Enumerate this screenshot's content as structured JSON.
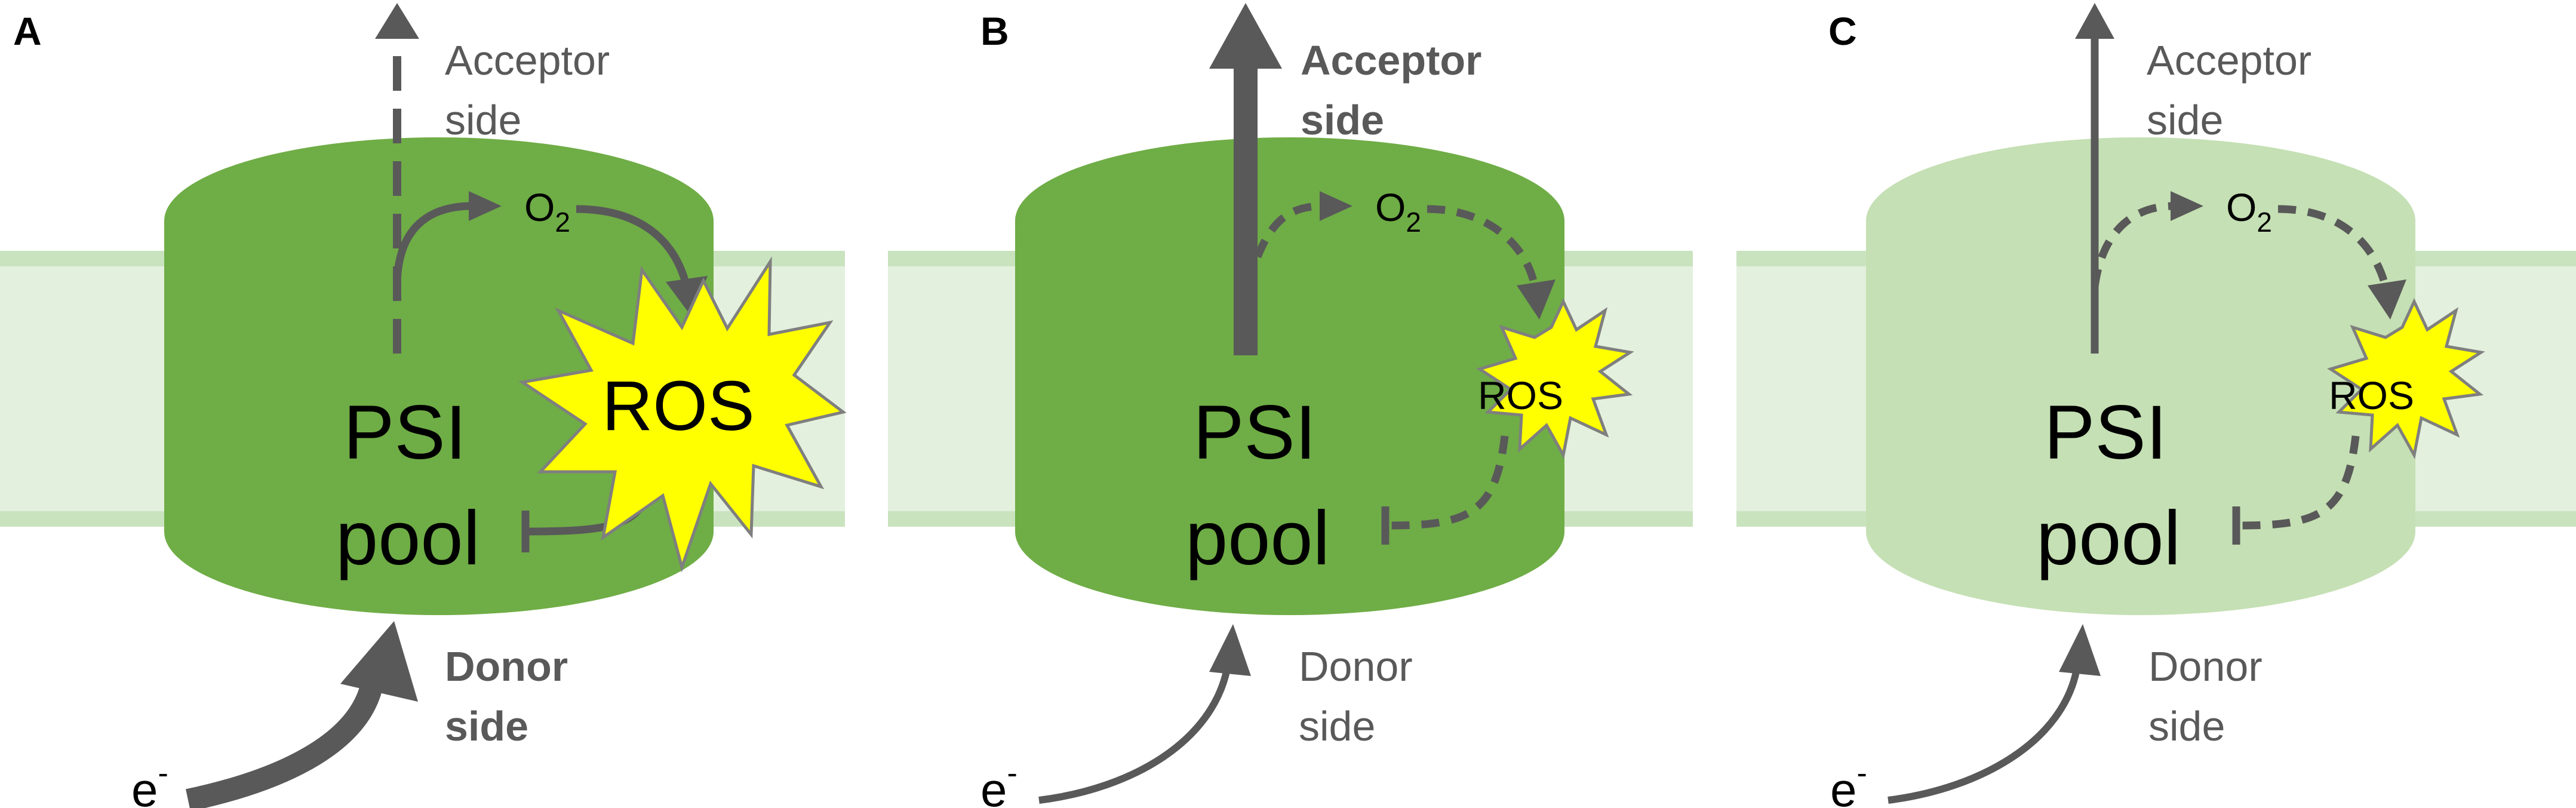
{
  "colors": {
    "membrane": "#c9e3bf",
    "membrane_light": "#e3f0dd",
    "psi_high": "#6fad46",
    "psi_low": "#c5e0b4",
    "psi_edge": "#5c9a36",
    "arrow": "#595959",
    "text_dark": "#000000",
    "text_grey": "#595959",
    "ros_fill": "#ffff00",
    "ros_stroke": "#7f7f7f"
  },
  "panels": [
    {
      "letter": "A",
      "acceptor_line1": "Acceptor",
      "acceptor_line2": "side",
      "donor_line1": "Donor",
      "donor_line2": "side",
      "o2_main": "O",
      "o2_sub": "2",
      "ros": "ROS",
      "psi": "PSI",
      "pool": "pool",
      "electron": "e",
      "electron_sup": "-"
    },
    {
      "letter": "B",
      "acceptor_line1": "Acceptor",
      "acceptor_line2": "side",
      "donor_line1": "Donor",
      "donor_line2": "side",
      "o2_main": "O",
      "o2_sub": "2",
      "ros": "ROS",
      "psi": "PSI",
      "pool": "pool",
      "electron": "e",
      "electron_sup": "-"
    },
    {
      "letter": "C",
      "acceptor_line1": "Acceptor",
      "acceptor_line2": "side",
      "donor_line1": "Donor",
      "donor_line2": "side",
      "o2_main": "O",
      "o2_sub": "2",
      "ros": "ROS",
      "psi": "PSI",
      "pool": "pool",
      "electron": "e",
      "electron_sup": "-"
    }
  ]
}
